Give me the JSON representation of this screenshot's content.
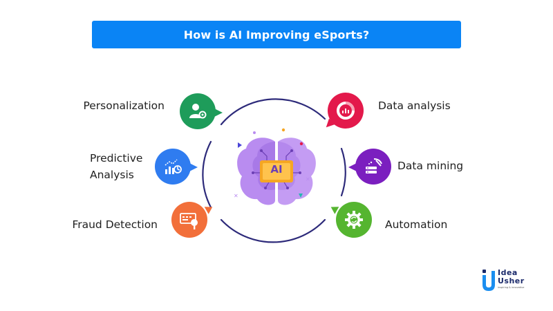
{
  "title": "How is AI Improving eSports?",
  "center": {
    "icon": "ai-brain-icon",
    "badge": "AI"
  },
  "items": [
    {
      "label": "Personalization",
      "icon": "user-settings-icon",
      "color": "#1e9c5a"
    },
    {
      "label": "Predictive\nAnalysis",
      "icon": "chart-analysis-icon",
      "color": "#2f7cf0"
    },
    {
      "label": "Fraud Detection",
      "icon": "fraud-detection-icon",
      "color": "#f26f3a"
    },
    {
      "label": "Data analysis",
      "icon": "donut-chart-icon",
      "color": "#e3194b"
    },
    {
      "label": "Data mining",
      "icon": "data-mining-icon",
      "color": "#7b1fbf"
    },
    {
      "label": "Automation",
      "icon": "automation-gear-icon",
      "color": "#55b530"
    }
  ],
  "colors": {
    "title_bar": "#0a84f5",
    "circle_stroke": "#2d2a7a",
    "brain": "#b98cf0",
    "ai_badge": "#f5a623"
  },
  "logo": {
    "line1": "Idea",
    "line2": "Usher",
    "tagline": "inspiring & innovative"
  }
}
